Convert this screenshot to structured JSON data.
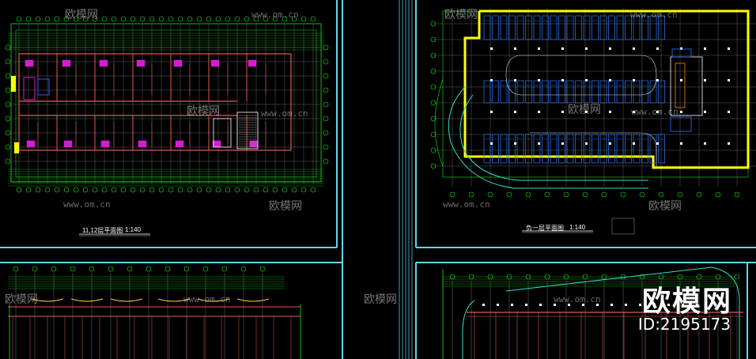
{
  "watermark": {
    "brand": "欧模网",
    "url": "www.om.cn",
    "id_label": "ID:2195173"
  },
  "sheets": {
    "top_left": {
      "title": "11,12层平面图",
      "scale": "1:140"
    },
    "top_right": {
      "title": "负一层平面图",
      "scale": "1:140"
    }
  },
  "colors": {
    "frame": "#5fd7e8",
    "grid": "#19e619",
    "wall": "#e05a5a",
    "axis": "#8c8c8c",
    "outline_yellow": "#ffff00",
    "car": "#2f78ff",
    "pink": "#d21ed2",
    "ramp": "#30e0c8"
  }
}
